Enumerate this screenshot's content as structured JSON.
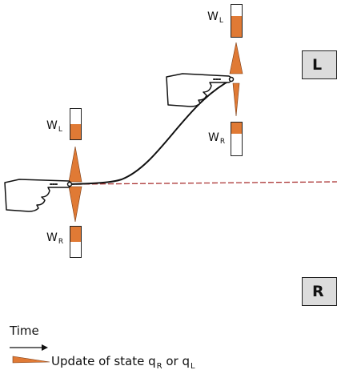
{
  "side_labels": {
    "left": "L",
    "right": "R"
  },
  "weights": {
    "start": {
      "top": {
        "name": "W",
        "sub": "L",
        "fill": 0.5
      },
      "bottom": {
        "name": "W",
        "sub": "R",
        "fill": 0.5
      }
    },
    "end": {
      "top": {
        "name": "W",
        "sub": "L",
        "fill": 0.65
      },
      "bottom": {
        "name": "W",
        "sub": "R",
        "fill": 0.33
      }
    }
  },
  "legend": {
    "time_label": "Time",
    "update": {
      "prefix": "Update of state q",
      "sub1": "R",
      "mid": " or q",
      "sub2": "L"
    }
  },
  "colors": {
    "orange": "#e07a35",
    "midline": "#a33",
    "box": "#dcdcdc"
  },
  "icons": [
    "pointing-hand-icon",
    "orange-triangle-icon",
    "time-arrow-icon"
  ]
}
